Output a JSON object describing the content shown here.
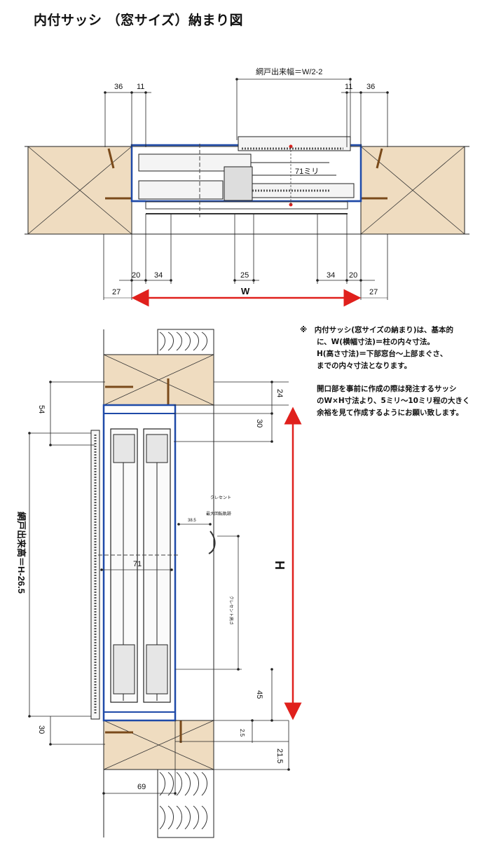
{
  "title": "内付サッシ （窓サイズ）納まり図",
  "plan": {
    "screen_width_label": "網戸出来幅＝W/2-2",
    "dims_top": [
      "36",
      "11",
      "11",
      "36"
    ],
    "dim_71": "71ミリ",
    "dims_bottom": [
      "20",
      "34",
      "25",
      "34",
      "20"
    ],
    "dims_outer": [
      "27",
      "27"
    ],
    "width_label": "W"
  },
  "section": {
    "dims_left": [
      "54",
      "30"
    ],
    "screen_height_label": "網戸出来高＝H-26.5",
    "dims_right": [
      "24",
      "30",
      "45",
      "2.5",
      "21.5"
    ],
    "height_label": "H",
    "dim_bottom": "69",
    "dim_inner_71": "71",
    "crescent_label": "クレセント",
    "crescent_track_label": "最大回転軌跡",
    "dim_38_5": "38.5",
    "crescent_height_label": "クレセント高さ"
  },
  "notes": [
    "※　内付サッシ(窓サイズの納まり)は、基本的",
    "に、W(横幅寸法)＝柱の内々寸法。",
    "H(高さ寸法)＝下部窓台～上部まぐさ、",
    "までの内々寸法となります。",
    "開口部を事前に作成の際は発注するサッシ",
    "のW×H寸法より、5ミリ～10ミリ程の大きく",
    "余裕を見て作成するようにお願い致します。"
  ],
  "colors": {
    "wood": "#efdcc0",
    "frame": "#1f4aa8",
    "arrow": "#e0201c"
  }
}
